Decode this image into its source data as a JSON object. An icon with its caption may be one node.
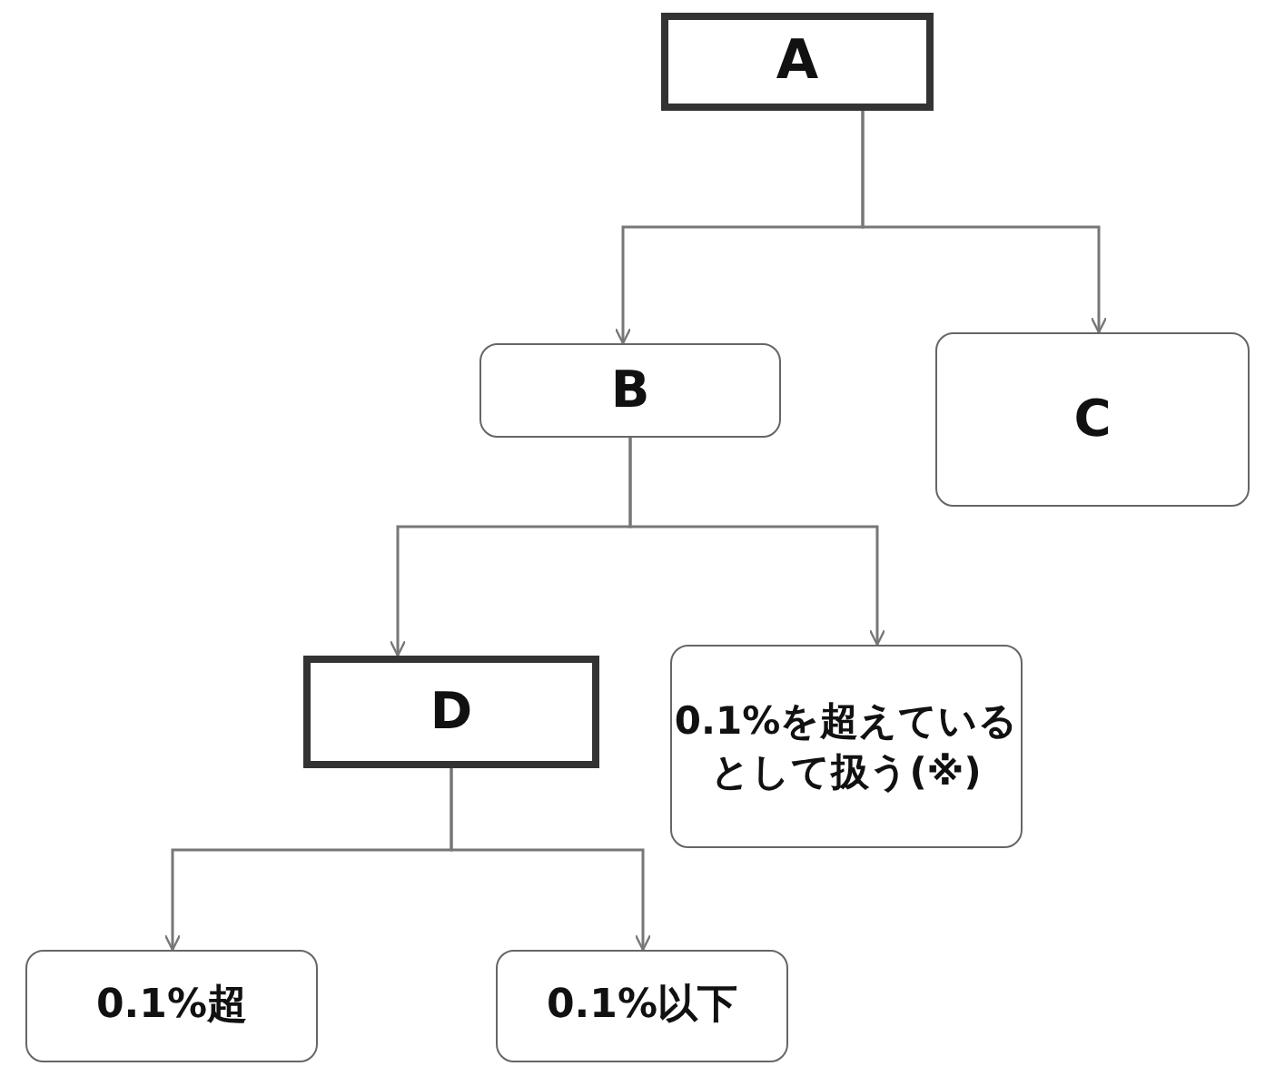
{
  "diagram": {
    "nodes": [
      {
        "text": [
          "A"
        ]
      },
      {
        "text": [
          "B"
        ]
      },
      {
        "text": [
          "C"
        ]
      },
      {
        "text": [
          "D"
        ]
      },
      {
        "text": [
          "0.1%を超えているとして扱う(※)"
        ]
      },
      {
        "text": [
          "0.1%超"
        ]
      },
      {
        "text": [
          "0.1%以下"
        ]
      }
    ],
    "edges": [
      {
        "from": 0,
        "to": 1,
        "arrow": "to"
      },
      {
        "from": 0,
        "to": 2,
        "arrow": "to"
      },
      {
        "from": 1,
        "to": 3,
        "arrow": "to"
      },
      {
        "from": 1,
        "to": 4,
        "arrow": "to"
      },
      {
        "from": 3,
        "to": 5,
        "arrow": "to"
      },
      {
        "from": 3,
        "to": 6,
        "arrow": "to"
      }
    ]
  }
}
